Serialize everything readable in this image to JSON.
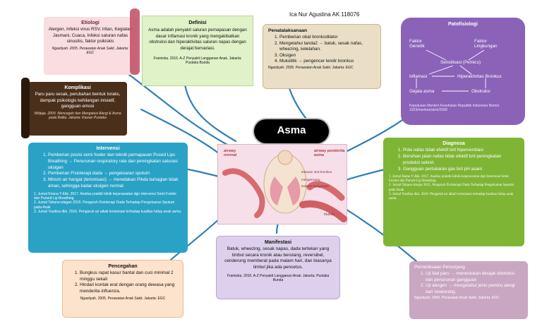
{
  "author": "Ica Nur Agustina AK 118076",
  "center_title": "Asma",
  "center_image": {
    "labels": [
      "airway normal",
      "airway penderita asma",
      "tekanan otot bronkus",
      "mengencang",
      "saluran menyempit",
      "mukus"
    ]
  },
  "etiologi": {
    "title": "Etiologi",
    "body": "Alergen, Infeksi virus RSV, Iritan, Kegiatan Jasmani, Cuaca, Infeksi saluran nafas sinusitis, faktor psikiskis",
    "ref": "Ngastiyah. 2005. Perawatan Anak Sakit. Jakarta: EGC"
  },
  "definisi": {
    "title": "Definisi",
    "body": "Asma adalah penyakit saluran pernapasan dengan dasar inflamasi kronik yang mengakibatkan obstruksi dan hiperaktivitas saluran napas dengan derajat bervariasi.",
    "ref": "Framiska. 2016. A-Z Penyakit Langganan Anak. Jakarta: Pustaka Bunda"
  },
  "penatalaksanaan": {
    "title": "Penatalaksanaan",
    "items": [
      "Pemberian obat bronkodilator",
      "Mengetahui tanda2 → batuk, sesak nafas, wheezing, kelelahan.",
      "Oksigen",
      "Mukolitik → pengencer lendir bronkus"
    ],
    "ref": "Ngastiyah. 2005. Perawatan Anak Sakit. Jakarta: EGC"
  },
  "patofisiologi": {
    "title": "Patofisiologi",
    "nodes": [
      "Faktor Genetik",
      "Faktor Lingkungan",
      "Sensitisasi (Pemicu)",
      "Inflamasi",
      "Hiperaktivitas Bronkus",
      "Gejala asma",
      "Obstruksi"
    ],
    "ref": "Keputusan Menteri Kesehatan Republik Indonesia Nomor 1023/menkes/sk/xi/2008"
  },
  "komplikasi": {
    "title": "Komplikasi",
    "body": "Paru paru sesak, perubahan bentuk toraks, dampak psikologis kehilangan inisiatif, gangguan emosi",
    "ref": "Widjaja. 2009. Mencegah dan Mengatasi Alergi & Asma pada Balita. Jakarta: Kawan Pustaka"
  },
  "intervensi": {
    "title": "Intervensi",
    "items": [
      "Pemberian posisi semi fowler dan teknik pernapasan Pused Lips Breathing → Penurunan respiratory rate dan peningkatan saturasi oksigen",
      "Pemberian Fisioterapi dada → pengeluaran sputum",
      "Minum air hangat (terionisasi) → meredakan Pikda bahagian tidak aman, sehingga kadar oksigen normal"
    ],
    "refs": [
      "1. Jumal Kirana Y-Ekk. 2017. Analisa praktik klinik keperawatan dgn intervensi Semi Fowler dan Pursed Lip Breathing.",
      "2. Jumal Tahana wiegan 2015. Pengaruh Fisioterapi Dada Terhadap Pengeluaran Sputum pada Anak",
      "3. Jumal Yusdina dkk. 2016. Pengaruh air alkali terionisasi terhadap kualitas hidup anak asma."
    ]
  },
  "diagnosa": {
    "title": "Diagnosa",
    "items": [
      "Pola nafas tidak efektif b/d hiperventilasi",
      "Bersihan jalan nafas tidak efektif b/d peningkatan produksi sekret.",
      "Gangguan pertukaran gas b/d pH asam"
    ],
    "refs": [
      "1. Jurnal Ratna Y dkk. 2017. Analisa praktik klinik keperawatan dgn Intervensi Semi Fowler dan Pursed Lip Breathing",
      "2. Jurnal Tahana siregar 2015. Pengaruh Fisioterapi Dada Terhadap Pengeluaran Sputum pada Anak",
      "3. Jurnal Yusdina dkk. 2016. Pengaruh air alkali terionisasi terhadap kualitas hidup anak asma."
    ]
  },
  "manifestasi": {
    "title": "Manifestasi",
    "body": "Batuk, wheezing, sesak napas, dada tertekan yang timbul secara kronik atau berulang, reversibel, cenderung memberat pada malam hari, dan biasanya timbul jika ada pencetus.",
    "ref": "Framiska. 2016. A-Z Penyakit Langganan Anak. Jakarta: Pustaka Bunda"
  },
  "pencegahan": {
    "title": "Pencegahan",
    "items": [
      "Bungkus rapat kasur bantal dan cuci minimal 2 minggu sekali",
      "Hindari kontak erat dengan orang dewasa yang menderita influenza."
    ],
    "ref": "Ngastiyah. 2005. Perawatan Anak Sakit. Jakarta: EGC"
  },
  "penunjang": {
    "title": "Pemeriksaan Penunjang",
    "items": [
      "Uji faal paru → menentukan derajat obstruksi dan penurunan gangguan",
      "Uji alergen → mengetahui jenis pemicu alergi dari seseorang."
    ],
    "ref": "Ngastiyah. 2005. Perawatan Anak Sakit. Jakarta: EGC"
  },
  "colors": {
    "teal": "#2aa2c6",
    "purple": "#8a62b8",
    "green": "#7fb535",
    "dark_brown": "#4a2f1a",
    "pink_card": "#fadde0",
    "tan_card": "#eadfc6",
    "lavender_card": "#ddd0ec",
    "peach_card": "#fde2cc",
    "connector": "#2f7fb7"
  }
}
